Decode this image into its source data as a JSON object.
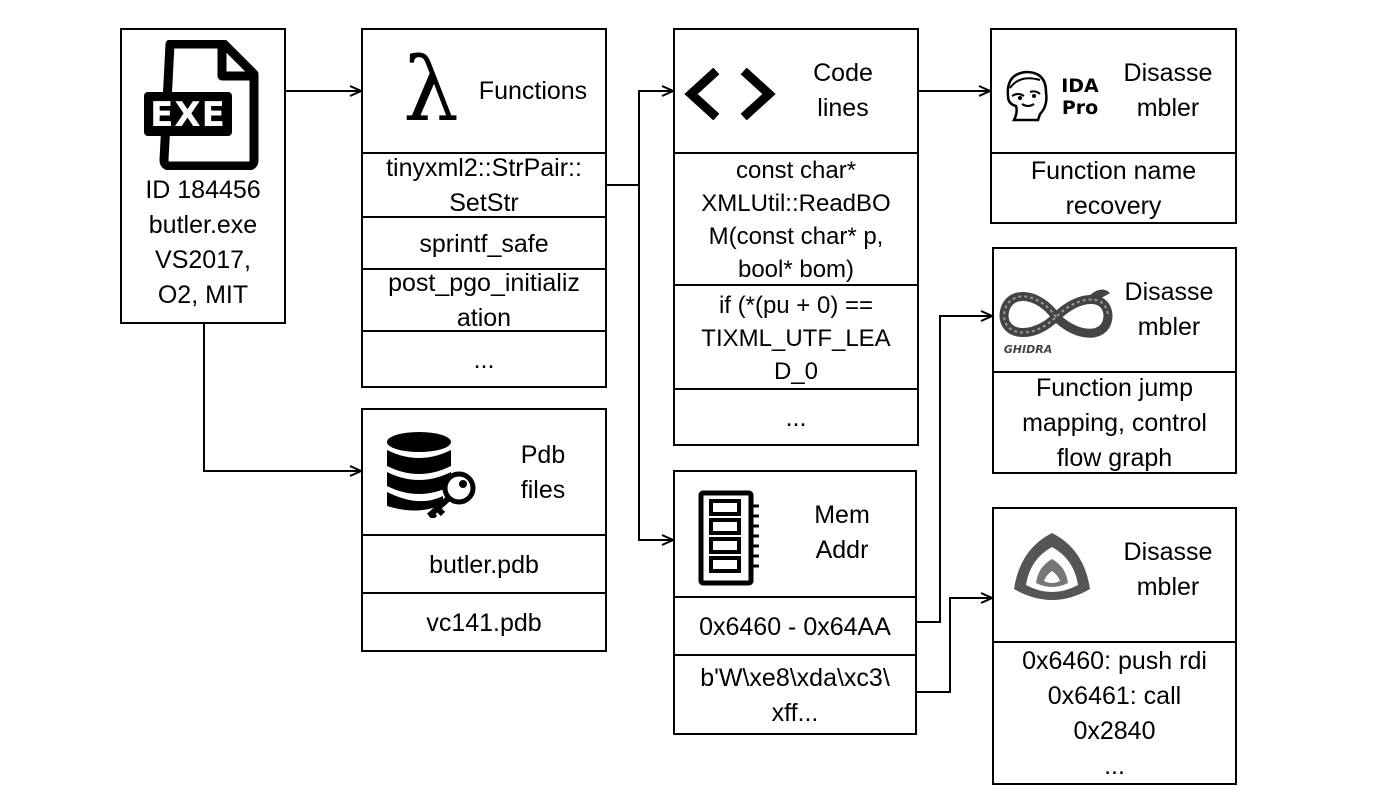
{
  "exe": {
    "icon_text": "EXE",
    "lines": [
      "ID 184456",
      "butler.exe",
      "VS2017,",
      "O2, MIT"
    ]
  },
  "functions": {
    "title": "Functions",
    "rows": [
      "tinyxml2::StrPair::\nSetStr",
      "sprintf_safe",
      "post_pgo_initializ\nation",
      "..."
    ]
  },
  "pdb": {
    "title": "Pdb\nfiles",
    "rows": [
      "butler.pdb",
      "vc141.pdb"
    ]
  },
  "code": {
    "title": "Code\nlines",
    "rows": [
      "const char*\nXMLUtil::ReadBO\nM(const char* p,\nbool* bom)",
      "if (*(pu + 0) ==\nTIXML_UTF_LEA\nD_0",
      "..."
    ]
  },
  "mem": {
    "title": "Mem\nAddr",
    "rows": [
      "0x6460 - 0x64AA",
      "b'W\\xe8\\xda\\xc3\\\nxff..."
    ]
  },
  "ida": {
    "logo_text_1": "IDA",
    "logo_text_2": "Pro",
    "title": "Disasse\nmbler",
    "rows": [
      "Function name\nrecovery"
    ]
  },
  "ghidra": {
    "logo_text": "GHIDRA",
    "title": "Disasse\nmbler",
    "rows": [
      "Function jump\nmapping, control\nflow graph"
    ]
  },
  "binja": {
    "title": "Disasse\nmbler",
    "rows": [
      "0x6460: push rdi\n0x6461: call\n0x2840\n..."
    ]
  }
}
